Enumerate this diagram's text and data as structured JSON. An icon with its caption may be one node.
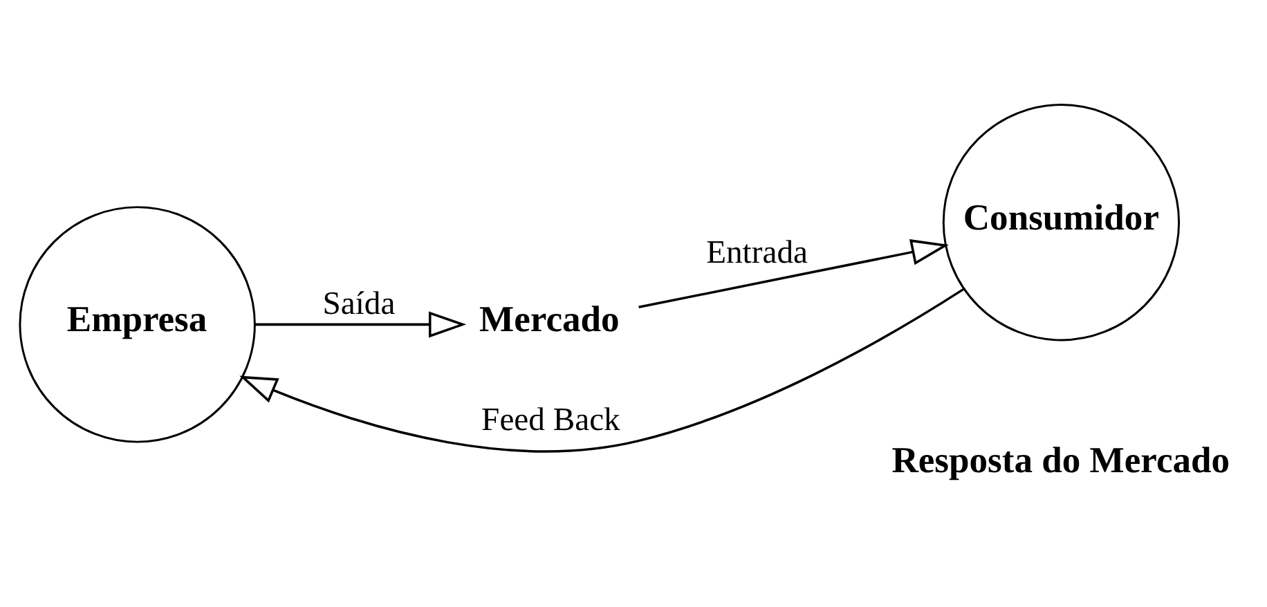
{
  "diagram": {
    "nodes": [
      {
        "text": [
          "Empresa"
        ]
      },
      {
        "text": [
          "Mercado"
        ]
      },
      {
        "text": [
          "Consumidor"
        ]
      }
    ],
    "edges": [
      {
        "from": 0,
        "to": 1,
        "arrow": "to",
        "label": "Saída"
      },
      {
        "from": 1,
        "to": 2,
        "arrow": "to",
        "label": "Entrada"
      },
      {
        "from": 2,
        "to": 0,
        "arrow": "to",
        "label": "Feed Back"
      }
    ],
    "labels": [
      "Resposta do Mercado"
    ]
  }
}
